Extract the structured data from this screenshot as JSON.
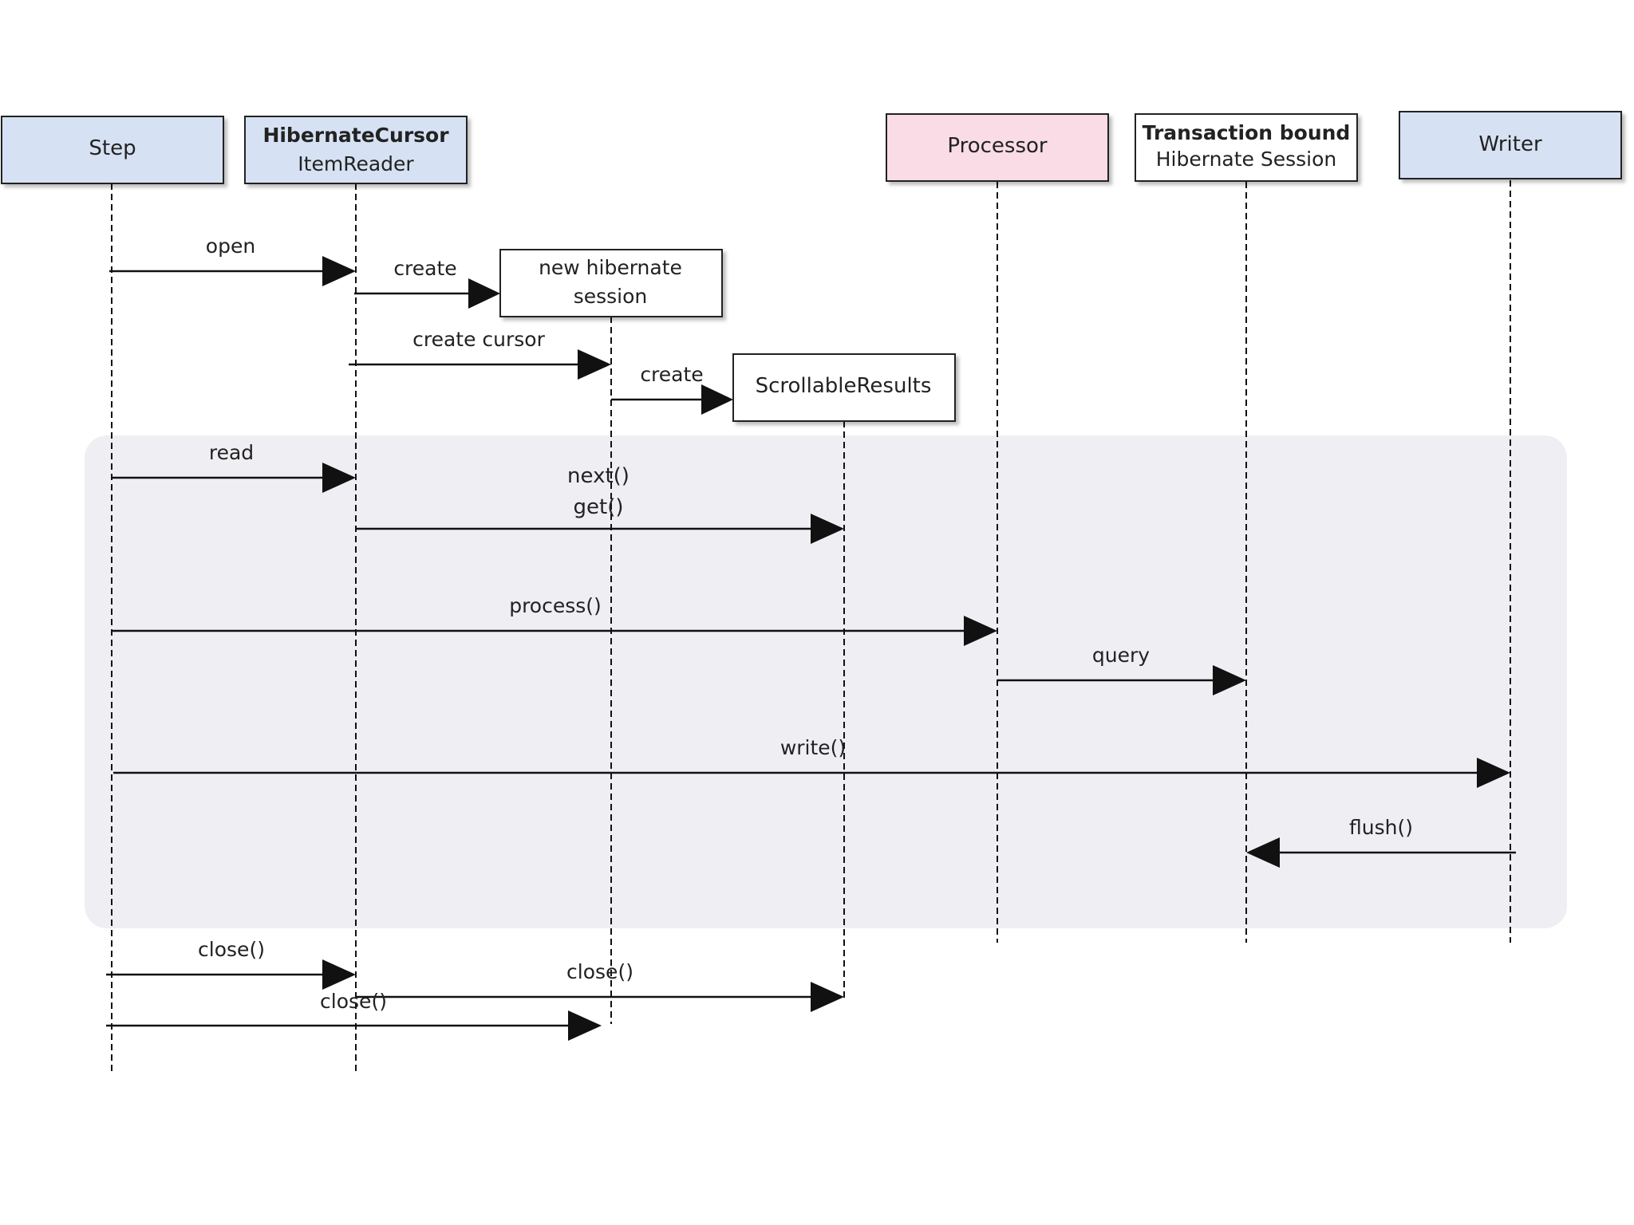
{
  "colors": {
    "background": "#ffffff",
    "loop_fill": "#efeef2",
    "line": "#111111",
    "box_border": "#222222",
    "blue_box": "#d6e2f3",
    "pink_box": "#fadce6",
    "white_box": "#ffffff",
    "shadow": "#c8c8c8"
  },
  "participants": [
    {
      "id": "step",
      "lines": [
        "Step"
      ],
      "fill": "blue",
      "bold": false
    },
    {
      "id": "reader",
      "lines": [
        "HibernateCursor",
        "ItemReader"
      ],
      "fill": "blue",
      "bold": true
    },
    {
      "id": "processor",
      "lines": [
        "Processor"
      ],
      "fill": "pink",
      "bold": false
    },
    {
      "id": "txsession",
      "lines": [
        "Transaction bound",
        "Hibernate Session"
      ],
      "fill": "white",
      "bold": true
    },
    {
      "id": "writer",
      "lines": [
        "Writer"
      ],
      "fill": "blue",
      "bold": false
    }
  ],
  "created_objects": [
    {
      "id": "session",
      "lines": [
        "new hibernate",
        "session"
      ]
    },
    {
      "id": "scroll",
      "lines": [
        "ScrollableResults"
      ]
    }
  ],
  "messages": [
    {
      "id": "open",
      "from": "step",
      "to": "reader",
      "label": "open"
    },
    {
      "id": "create-session",
      "from": "reader",
      "to": "session",
      "label": "create"
    },
    {
      "id": "create-cursor",
      "from": "reader",
      "to": "session",
      "label": "create cursor"
    },
    {
      "id": "create-scroll",
      "from": "session",
      "to": "scroll",
      "label": "create"
    },
    {
      "id": "read",
      "from": "step",
      "to": "reader",
      "label": "read"
    },
    {
      "id": "next-get",
      "from": "reader",
      "to": "scroll",
      "label": "next()",
      "label2": "get()"
    },
    {
      "id": "process",
      "from": "step",
      "to": "processor",
      "label": "process()"
    },
    {
      "id": "query",
      "from": "processor",
      "to": "txsession",
      "label": "query"
    },
    {
      "id": "write",
      "from": "step",
      "to": "writer",
      "label": "write()"
    },
    {
      "id": "flush",
      "from": "writer",
      "to": "txsession",
      "label": "flush()"
    },
    {
      "id": "close-reader",
      "from": "step",
      "to": "reader",
      "label": "close()"
    },
    {
      "id": "close-scroll",
      "from": "reader",
      "to": "scroll",
      "label": "close()"
    },
    {
      "id": "close-session",
      "from": "step",
      "to": "session",
      "label": "close()"
    }
  ]
}
